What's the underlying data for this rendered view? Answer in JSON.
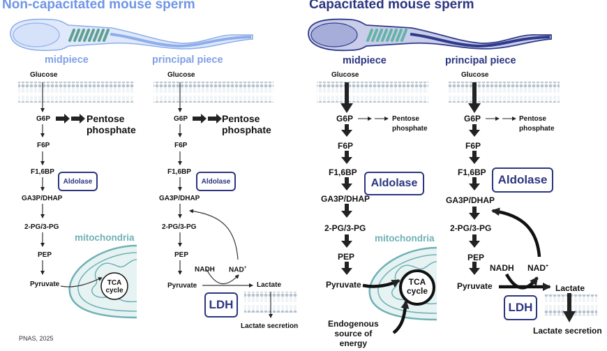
{
  "panels": {
    "left": {
      "title": "Non-capacitated mouse sperm",
      "midpiece": {
        "label": "midpiece",
        "steps": [
          "Glucose",
          "G6P",
          "F6P",
          "F1,6BP",
          "GA3P/DHAP",
          "2-PG/3-PG",
          "PEP",
          "Pyruvate"
        ],
        "pentose": "Pentose\nphosphate",
        "pentose_lines": [
          "Pentose",
          "phosphate"
        ],
        "enzyme": "Aldolase",
        "mito_label": "mitochondria",
        "tca": [
          "TCA",
          "cycle"
        ]
      },
      "principal": {
        "label": "principal piece",
        "steps": [
          "Glucose",
          "G6P",
          "F6P",
          "F1,6BP",
          "GA3P/DHAP",
          "2-PG/3-PG",
          "PEP",
          "Pyruvate"
        ],
        "pentose_lines": [
          "Pentose",
          "phosphate"
        ],
        "enzyme": "Aldolase",
        "nadh": "NADH",
        "nad": "NAD",
        "nad_sup": "+",
        "lactate": "Lactate",
        "ldh": "LDH",
        "secretion": "Lactate secretion"
      }
    },
    "right": {
      "title": "Capacitated mouse sperm",
      "midpiece": {
        "label": "midpiece",
        "steps": [
          "Glucose",
          "G6P",
          "F6P",
          "F1,6BP",
          "GA3P/DHAP",
          "2-PG/3-PG",
          "PEP",
          "Pyruvate"
        ],
        "pentose_lines": [
          "Pentose",
          "phosphate"
        ],
        "enzyme": "Aldolase",
        "mito_label": "mitochondria",
        "tca": [
          "TCA",
          "cycle"
        ],
        "endogenous": [
          "Endogenous",
          "source of",
          "energy"
        ]
      },
      "principal": {
        "label": "principal piece",
        "steps": [
          "Glucose",
          "G6P",
          "F6P",
          "F1,6BP",
          "GA3P/DHAP",
          "2-PG/3-PG",
          "PEP",
          "Pyruvate"
        ],
        "pentose_lines": [
          "Pentose",
          "phosphate"
        ],
        "enzyme": "Aldolase",
        "nadh": "NADH",
        "nad": "NAD",
        "nad_sup": "+",
        "lactate": "Lactate",
        "ldh": "LDH",
        "secretion": "Lactate secretion"
      }
    }
  },
  "citation": "PNAS, 2025",
  "colors": {
    "left_title": "#6f95e6",
    "right_title": "#2b3580",
    "mitochondria": "#6fb1b5",
    "enzyme": "#2b3580",
    "membrane": "#b9c6d2"
  }
}
